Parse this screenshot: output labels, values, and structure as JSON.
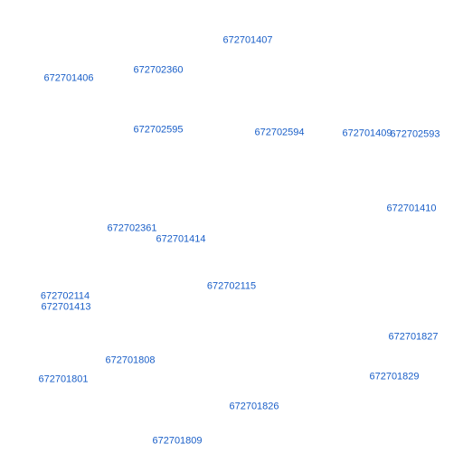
{
  "colors": {
    "background": "#ffffff",
    "label": "#1a5fc8"
  },
  "nodes": [
    {
      "id": "n01",
      "label": "672701407"
    },
    {
      "id": "n02",
      "label": "672702360"
    },
    {
      "id": "n03",
      "label": "672701406"
    },
    {
      "id": "n04",
      "label": "672702595"
    },
    {
      "id": "n05",
      "label": "672702594"
    },
    {
      "id": "n06",
      "label": "672701409"
    },
    {
      "id": "n07",
      "label": "672702593"
    },
    {
      "id": "n08",
      "label": "672701410"
    },
    {
      "id": "n09",
      "label": "672702361"
    },
    {
      "id": "n10",
      "label": "672701414"
    },
    {
      "id": "n11",
      "label": "672702115"
    },
    {
      "id": "n12",
      "label": "672702114"
    },
    {
      "id": "n13",
      "label": "672701413"
    },
    {
      "id": "n14",
      "label": "672701827"
    },
    {
      "id": "n15",
      "label": "672701808"
    },
    {
      "id": "n16",
      "label": "672701801"
    },
    {
      "id": "n17",
      "label": "672701829"
    },
    {
      "id": "n18",
      "label": "672701826"
    },
    {
      "id": "n19",
      "label": "672701809"
    }
  ]
}
